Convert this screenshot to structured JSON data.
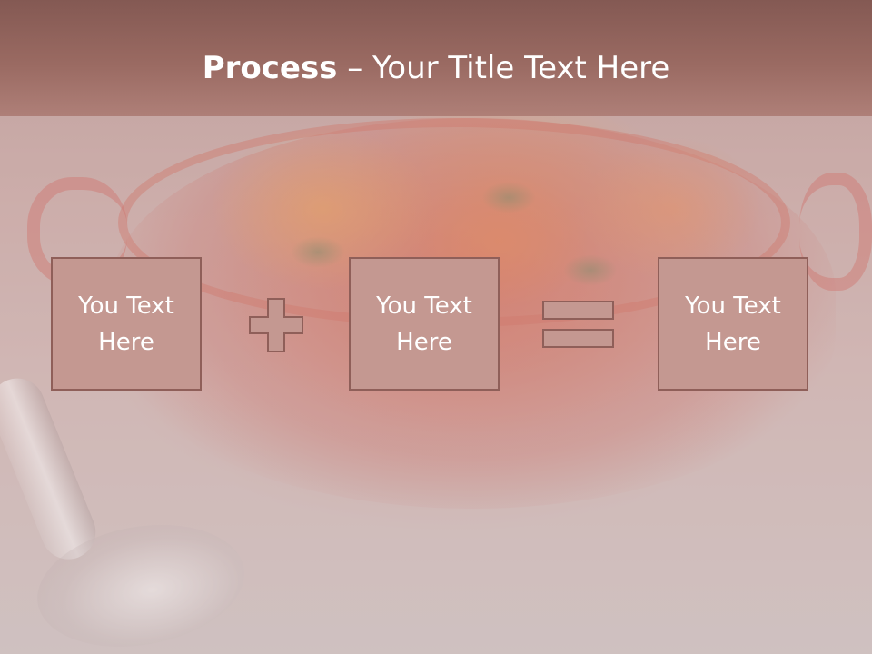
{
  "slide": {
    "title_bold": "Process",
    "title_rest": " – Your Title Text Here"
  },
  "process": {
    "boxes": [
      {
        "label": "You Text Here"
      },
      {
        "label": "You Text Here"
      },
      {
        "label": "You Text Here"
      }
    ],
    "operators": [
      "plus-icon",
      "equals-icon"
    ]
  },
  "colors": {
    "title_band": "#845953",
    "box_fill": "#c49891",
    "box_border": "#8f5f59",
    "text": "#ffffff"
  }
}
